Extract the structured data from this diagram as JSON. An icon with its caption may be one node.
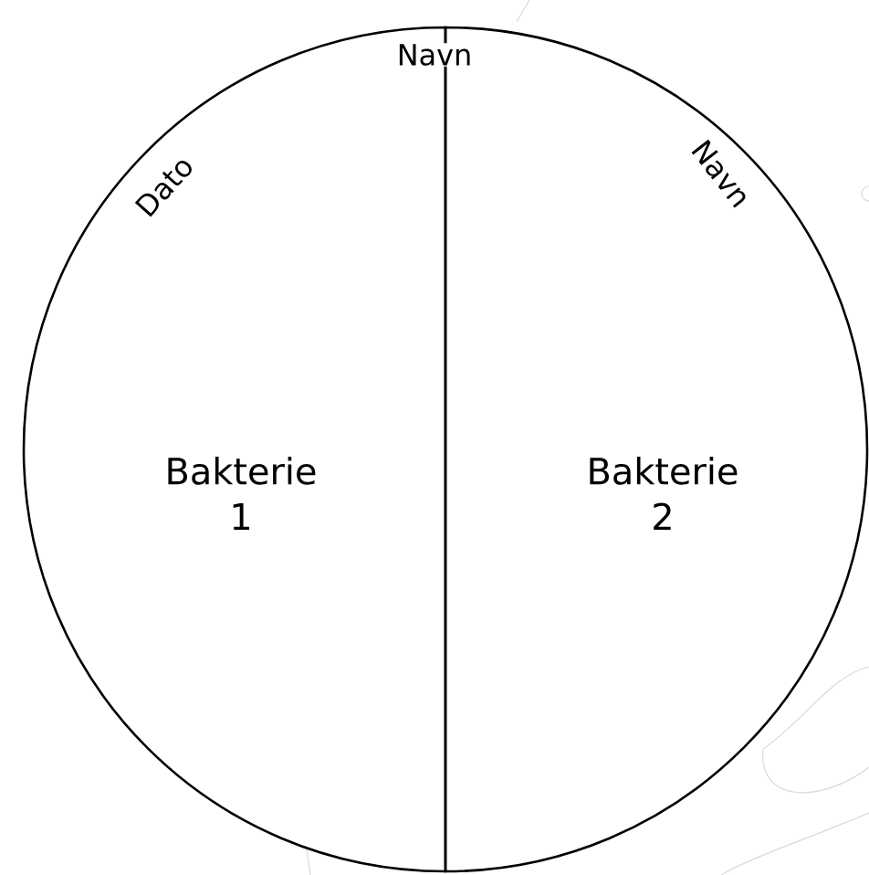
{
  "diagram": {
    "nodes": [
      {
        "text": [
          "Bakterie 1"
        ]
      },
      {
        "text": [
          "Bakterie 2"
        ]
      }
    ],
    "labels": [
      "Navn",
      "Dato",
      "Navn"
    ]
  }
}
